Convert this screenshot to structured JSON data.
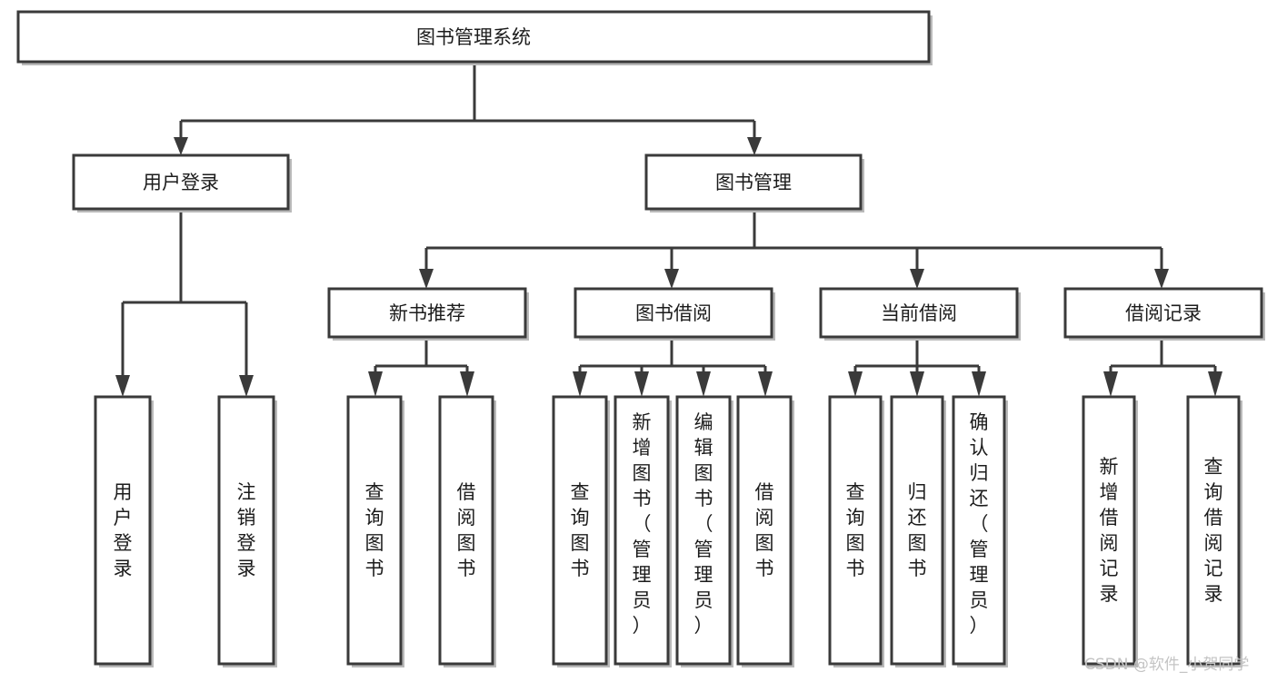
{
  "diagram": {
    "type": "tree-hierarchy",
    "orientation": "top-down",
    "root": {
      "id": "root",
      "label": "图书管理系统"
    },
    "level1": [
      {
        "id": "user-login",
        "label": "用户登录"
      },
      {
        "id": "book-management",
        "label": "图书管理"
      }
    ],
    "level2": [
      {
        "id": "new-book-recommend",
        "label": "新书推荐",
        "parent": "book-management"
      },
      {
        "id": "book-borrow",
        "label": "图书借阅",
        "parent": "book-management"
      },
      {
        "id": "current-borrow",
        "label": "当前借阅",
        "parent": "book-management"
      },
      {
        "id": "borrow-record",
        "label": "借阅记录",
        "parent": "book-management"
      }
    ],
    "leaves": {
      "user-login": [
        {
          "id": "leaf-user-login",
          "label": "用户登录"
        },
        {
          "id": "leaf-user-logout",
          "label": "注销登录"
        }
      ],
      "new-book-recommend": [
        {
          "id": "leaf-query-book-1",
          "label": "查询图书"
        },
        {
          "id": "leaf-borrow-book-1",
          "label": "借阅图书"
        }
      ],
      "book-borrow": [
        {
          "id": "leaf-query-book-2",
          "label": "查询图书"
        },
        {
          "id": "leaf-add-book",
          "label": "新增图书（管理员）"
        },
        {
          "id": "leaf-edit-book",
          "label": "编辑图书（管理员）"
        },
        {
          "id": "leaf-borrow-book-2",
          "label": "借阅图书"
        }
      ],
      "current-borrow": [
        {
          "id": "leaf-query-book-3",
          "label": "查询图书"
        },
        {
          "id": "leaf-return-book",
          "label": "归还图书"
        },
        {
          "id": "leaf-confirm-return",
          "label": "确认归还（管理员）"
        }
      ],
      "borrow-record": [
        {
          "id": "leaf-add-record",
          "label": "新增借阅记录"
        },
        {
          "id": "leaf-query-record",
          "label": "查询借阅记录"
        }
      ]
    }
  },
  "watermark": {
    "text": "CSDN @软件_小贺同学"
  },
  "colors": {
    "stroke": "#3a3a3a",
    "box_fill": "#ffffff",
    "text": "#1c1c1c",
    "shadow": "#b9b9b9",
    "watermark": "#c4c4c4",
    "background": "#ffffff"
  }
}
